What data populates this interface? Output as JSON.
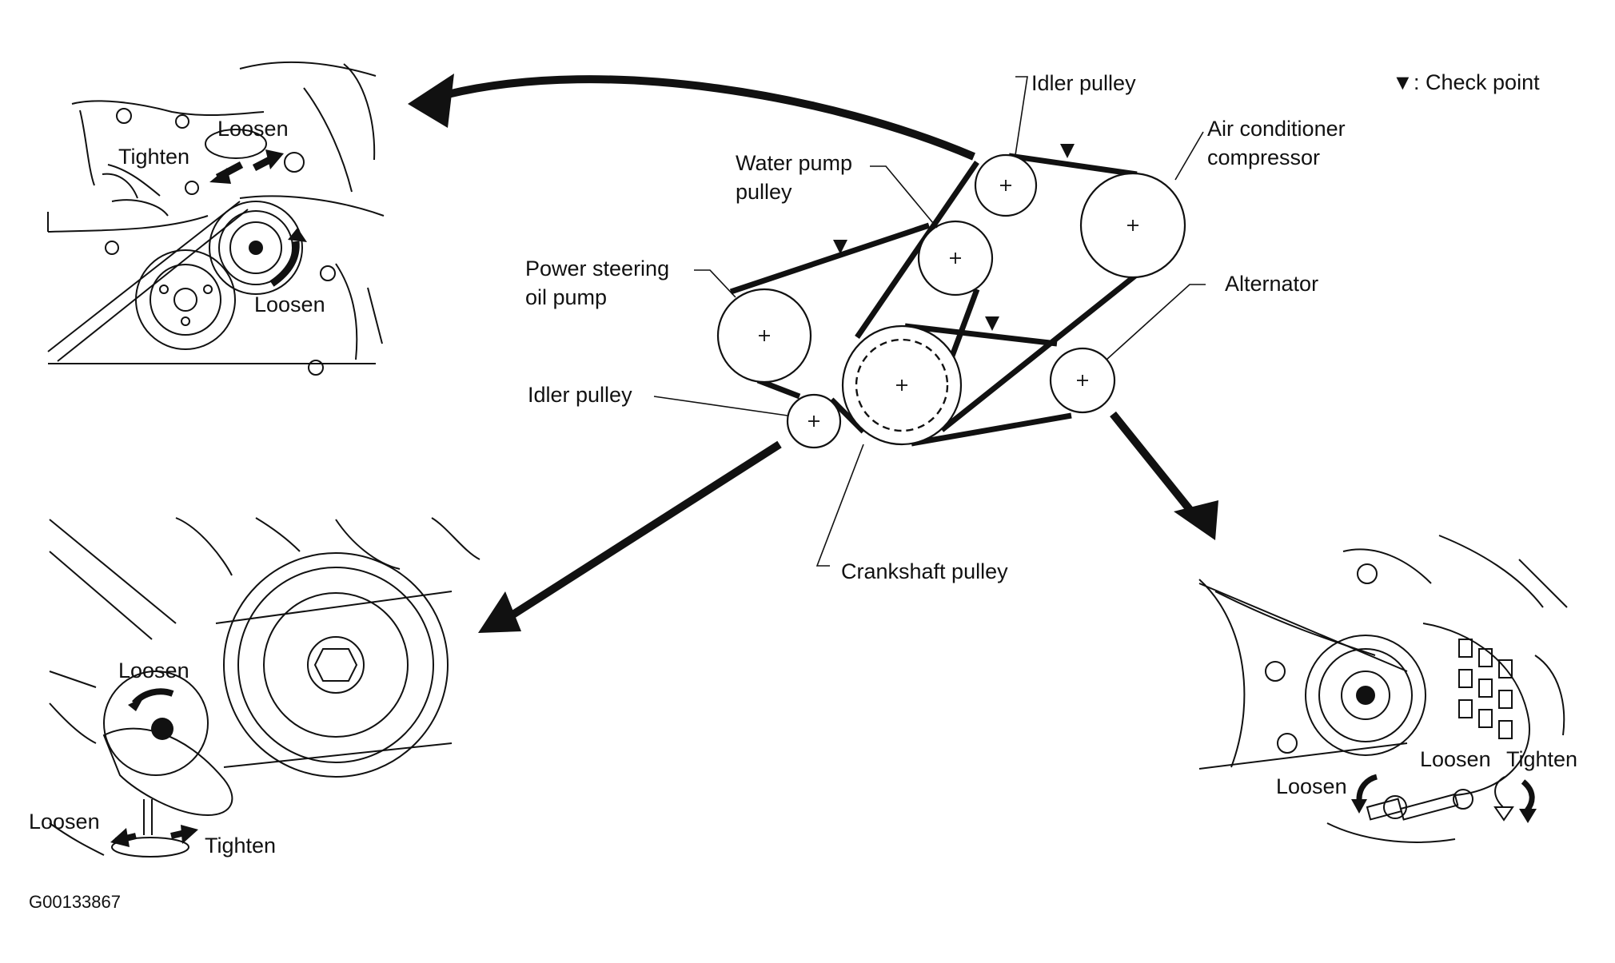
{
  "legend": {
    "symbol": "▼",
    "text": ": Check point"
  },
  "labels": {
    "idler_top": "Idler pulley",
    "ac_line1": "Air conditioner",
    "ac_line2": "compressor",
    "water_line1": "Water pump",
    "water_line2": "pulley",
    "ps_line1": "Power steering",
    "ps_line2": "oil pump",
    "alternator": "Alternator",
    "idler_left": "Idler pulley",
    "crankshaft": "Crankshaft pulley"
  },
  "details": {
    "top_left": {
      "loosen_top": "Loosen",
      "tighten": "Tighten",
      "loosen_bottom": "Loosen"
    },
    "bottom_left": {
      "loosen_top": "Loosen",
      "loosen_left": "Loosen",
      "tighten": "Tighten"
    },
    "right": {
      "loosen_a": "Loosen",
      "tighten": "Tighten",
      "loosen_b": "Loosen"
    }
  },
  "reference_code": "G00133867",
  "colors": {
    "ink": "#111111",
    "background": "#ffffff"
  }
}
